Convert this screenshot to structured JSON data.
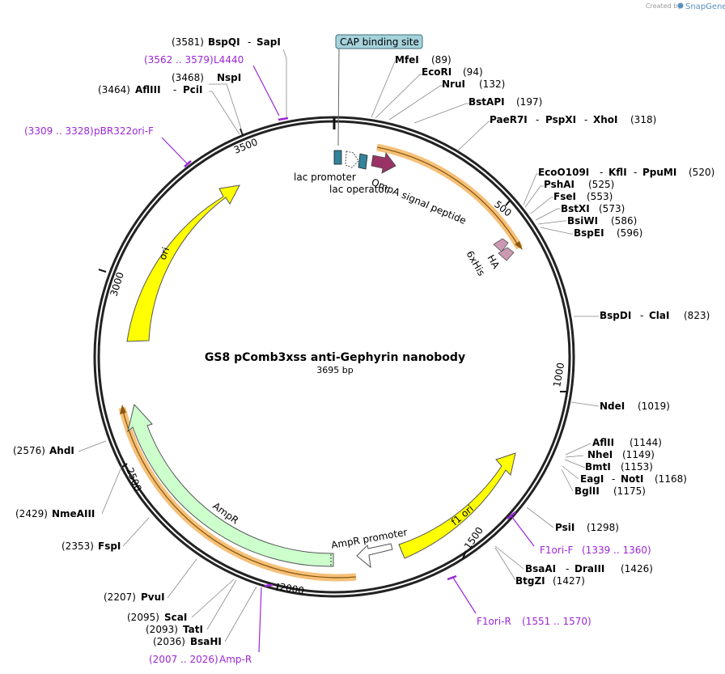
{
  "credit": {
    "prefix": "Created by",
    "brand": "SnapGene"
  },
  "plasmid": {
    "name": "GS8 pComb3xss anti-Gephyrin nanobody",
    "length_label": "3695 bp",
    "length": 3695
  },
  "ticks": [
    "500",
    "1000",
    "1500",
    "2000",
    "2500",
    "3000",
    "3500"
  ],
  "cap_site": "CAP binding site",
  "features": {
    "lac_promoter": "lac promoter",
    "lac_operator": "lac operator",
    "ompa": "OmpA signal peptide",
    "his": "6xHis",
    "ha": "HA",
    "ori": "ori",
    "ampr": "AmpR",
    "ampr_promoter": "AmpR promoter",
    "f1ori": "f1 ori"
  },
  "sites": [
    {
      "name1": "BspQI",
      "name2": "SapI",
      "pos": "(3581)"
    },
    {
      "name1": "NspI",
      "pos": "(3468)"
    },
    {
      "name1": "AflIII",
      "name2": "PciI",
      "pos": "(3464)"
    },
    {
      "name1": "MfeI",
      "pos": "(89)"
    },
    {
      "name1": "EcoRI",
      "pos": "(94)"
    },
    {
      "name1": "NruI",
      "pos": "(132)"
    },
    {
      "name1": "BstAPI",
      "pos": "(197)"
    },
    {
      "name1": "PaeR7I",
      "name2": "PspXI",
      "name3": "XhoI",
      "pos": "(318)"
    },
    {
      "name1": "EcoO109I",
      "name2": "KflI",
      "name3": "PpuMI",
      "pos": "(520)"
    },
    {
      "name1": "PshAI",
      "pos": "(525)"
    },
    {
      "name1": "FseI",
      "pos": "(553)"
    },
    {
      "name1": "BstXI",
      "pos": "(573)"
    },
    {
      "name1": "BsiWI",
      "pos": "(586)"
    },
    {
      "name1": "BspEI",
      "pos": "(596)"
    },
    {
      "name1": "BspDI",
      "name2": "ClaI",
      "pos": "(823)"
    },
    {
      "name1": "NdeI",
      "pos": "(1019)"
    },
    {
      "name1": "AflII",
      "pos": "(1144)"
    },
    {
      "name1": "NheI",
      "pos": "(1149)"
    },
    {
      "name1": "BmtI",
      "pos": "(1153)"
    },
    {
      "name1": "EagI",
      "name2": "NotI",
      "pos": "(1168)"
    },
    {
      "name1": "BglII",
      "pos": "(1175)"
    },
    {
      "name1": "PsiI",
      "pos": "(1298)"
    },
    {
      "name1": "BsaAI",
      "name2": "DraIII",
      "pos": "(1426)"
    },
    {
      "name1": "BtgZI",
      "pos": "(1427)"
    },
    {
      "name1": "AhdI",
      "pos": "(2576)"
    },
    {
      "name1": "NmeAIII",
      "pos": "(2429)"
    },
    {
      "name1": "FspI",
      "pos": "(2353)"
    },
    {
      "name1": "PvuI",
      "pos": "(2207)"
    },
    {
      "name1": "ScaI",
      "pos": "(2095)"
    },
    {
      "name1": "TatI",
      "pos": "(2093)"
    },
    {
      "name1": "BsaHI",
      "pos": "(2036)"
    }
  ],
  "primers": [
    {
      "name": "L4440",
      "range": "(3562 .. 3579)"
    },
    {
      "name": "pBR322ori-F",
      "range": "(3309 .. 3328)"
    },
    {
      "name": "F1ori-F",
      "range": "(1339 .. 1360)"
    },
    {
      "name": "F1ori-R",
      "range": "(1551 .. 1570)"
    },
    {
      "name": "Amp-R",
      "range": "(2007 .. 2026)"
    }
  ],
  "colors": {
    "ori": "#ffff00",
    "f1ori": "#ffff00",
    "ampr": "#ccffcc",
    "ompa": "#993366",
    "lac": "#31849b",
    "his_ha": "#cc99b3",
    "cap": "#a6d2dc",
    "primer": "#9c27d6",
    "orf": "#f5b969"
  }
}
